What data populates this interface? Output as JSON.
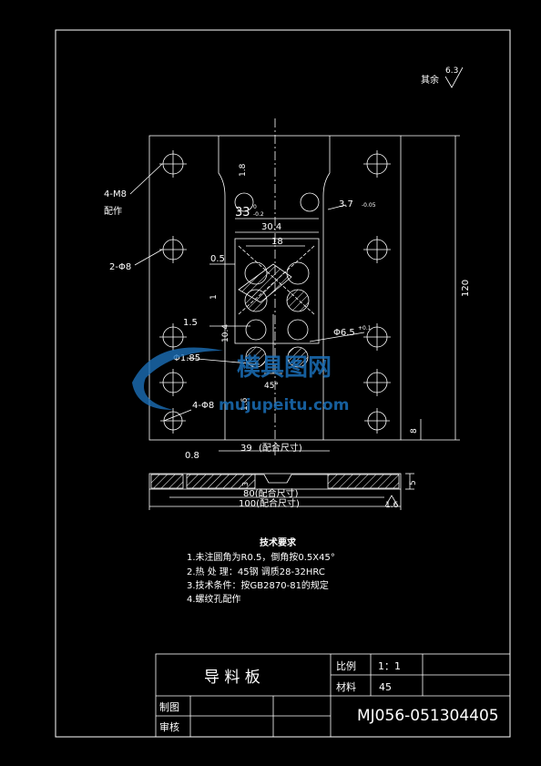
{
  "drawing": {
    "roughness_label": "其余",
    "roughness_value": "6.3"
  },
  "dimensions": {
    "d_4m8": "4-M8",
    "d_peizuo": "配作",
    "d_2phi8": "2-Φ8",
    "d_33": "33",
    "d_33_tol_up": "0",
    "d_33_tol_dn": "-0.2",
    "d_30_4": "30.4",
    "d_18": "18",
    "d_0_5": "0.5",
    "d_3_7": "3.7",
    "d_3_7_tol": "-0.05",
    "d_1": "1",
    "d_1_5": "1.5",
    "d_10_4": "10.4",
    "d_phi6_5": "Φ6.5",
    "d_phi6_5_tol": "+0.1",
    "d_phi1_85": "Φ1.85",
    "d_45deg": "45°",
    "d_4phi8": "4-Φ8",
    "d_1_6a": "1.6",
    "d_1_8": "1.8",
    "d_120": "120",
    "d_8": "8",
    "d_39": "39",
    "d_39_suffix": "(配合尺寸)",
    "d_0_8": "0.8",
    "d_3": "3",
    "d_5": "5",
    "d_80": "80(配合尺寸)",
    "d_100": "100(配合尺寸)",
    "d_1_6b": "1.6"
  },
  "tech_requirements": {
    "title": "技术要求",
    "items": [
      "1.未注圆角为R0.5，倒角按0.5X45°",
      "2.热 处 理：45钢 调质28-32HRC",
      "3.技术条件：按GB2870-81的规定",
      "4.螺纹孔配作"
    ]
  },
  "title_block": {
    "part_name": "导 料 板",
    "scale_label": "比例",
    "scale_value": "1：1",
    "material_label": "材料",
    "material_value": "45",
    "drawn_label": "制图",
    "checked_label": "审核",
    "drawing_number": "MJ056-051304405"
  },
  "watermark": {
    "cn": "模具图网",
    "en": "mujupeitu.com"
  }
}
